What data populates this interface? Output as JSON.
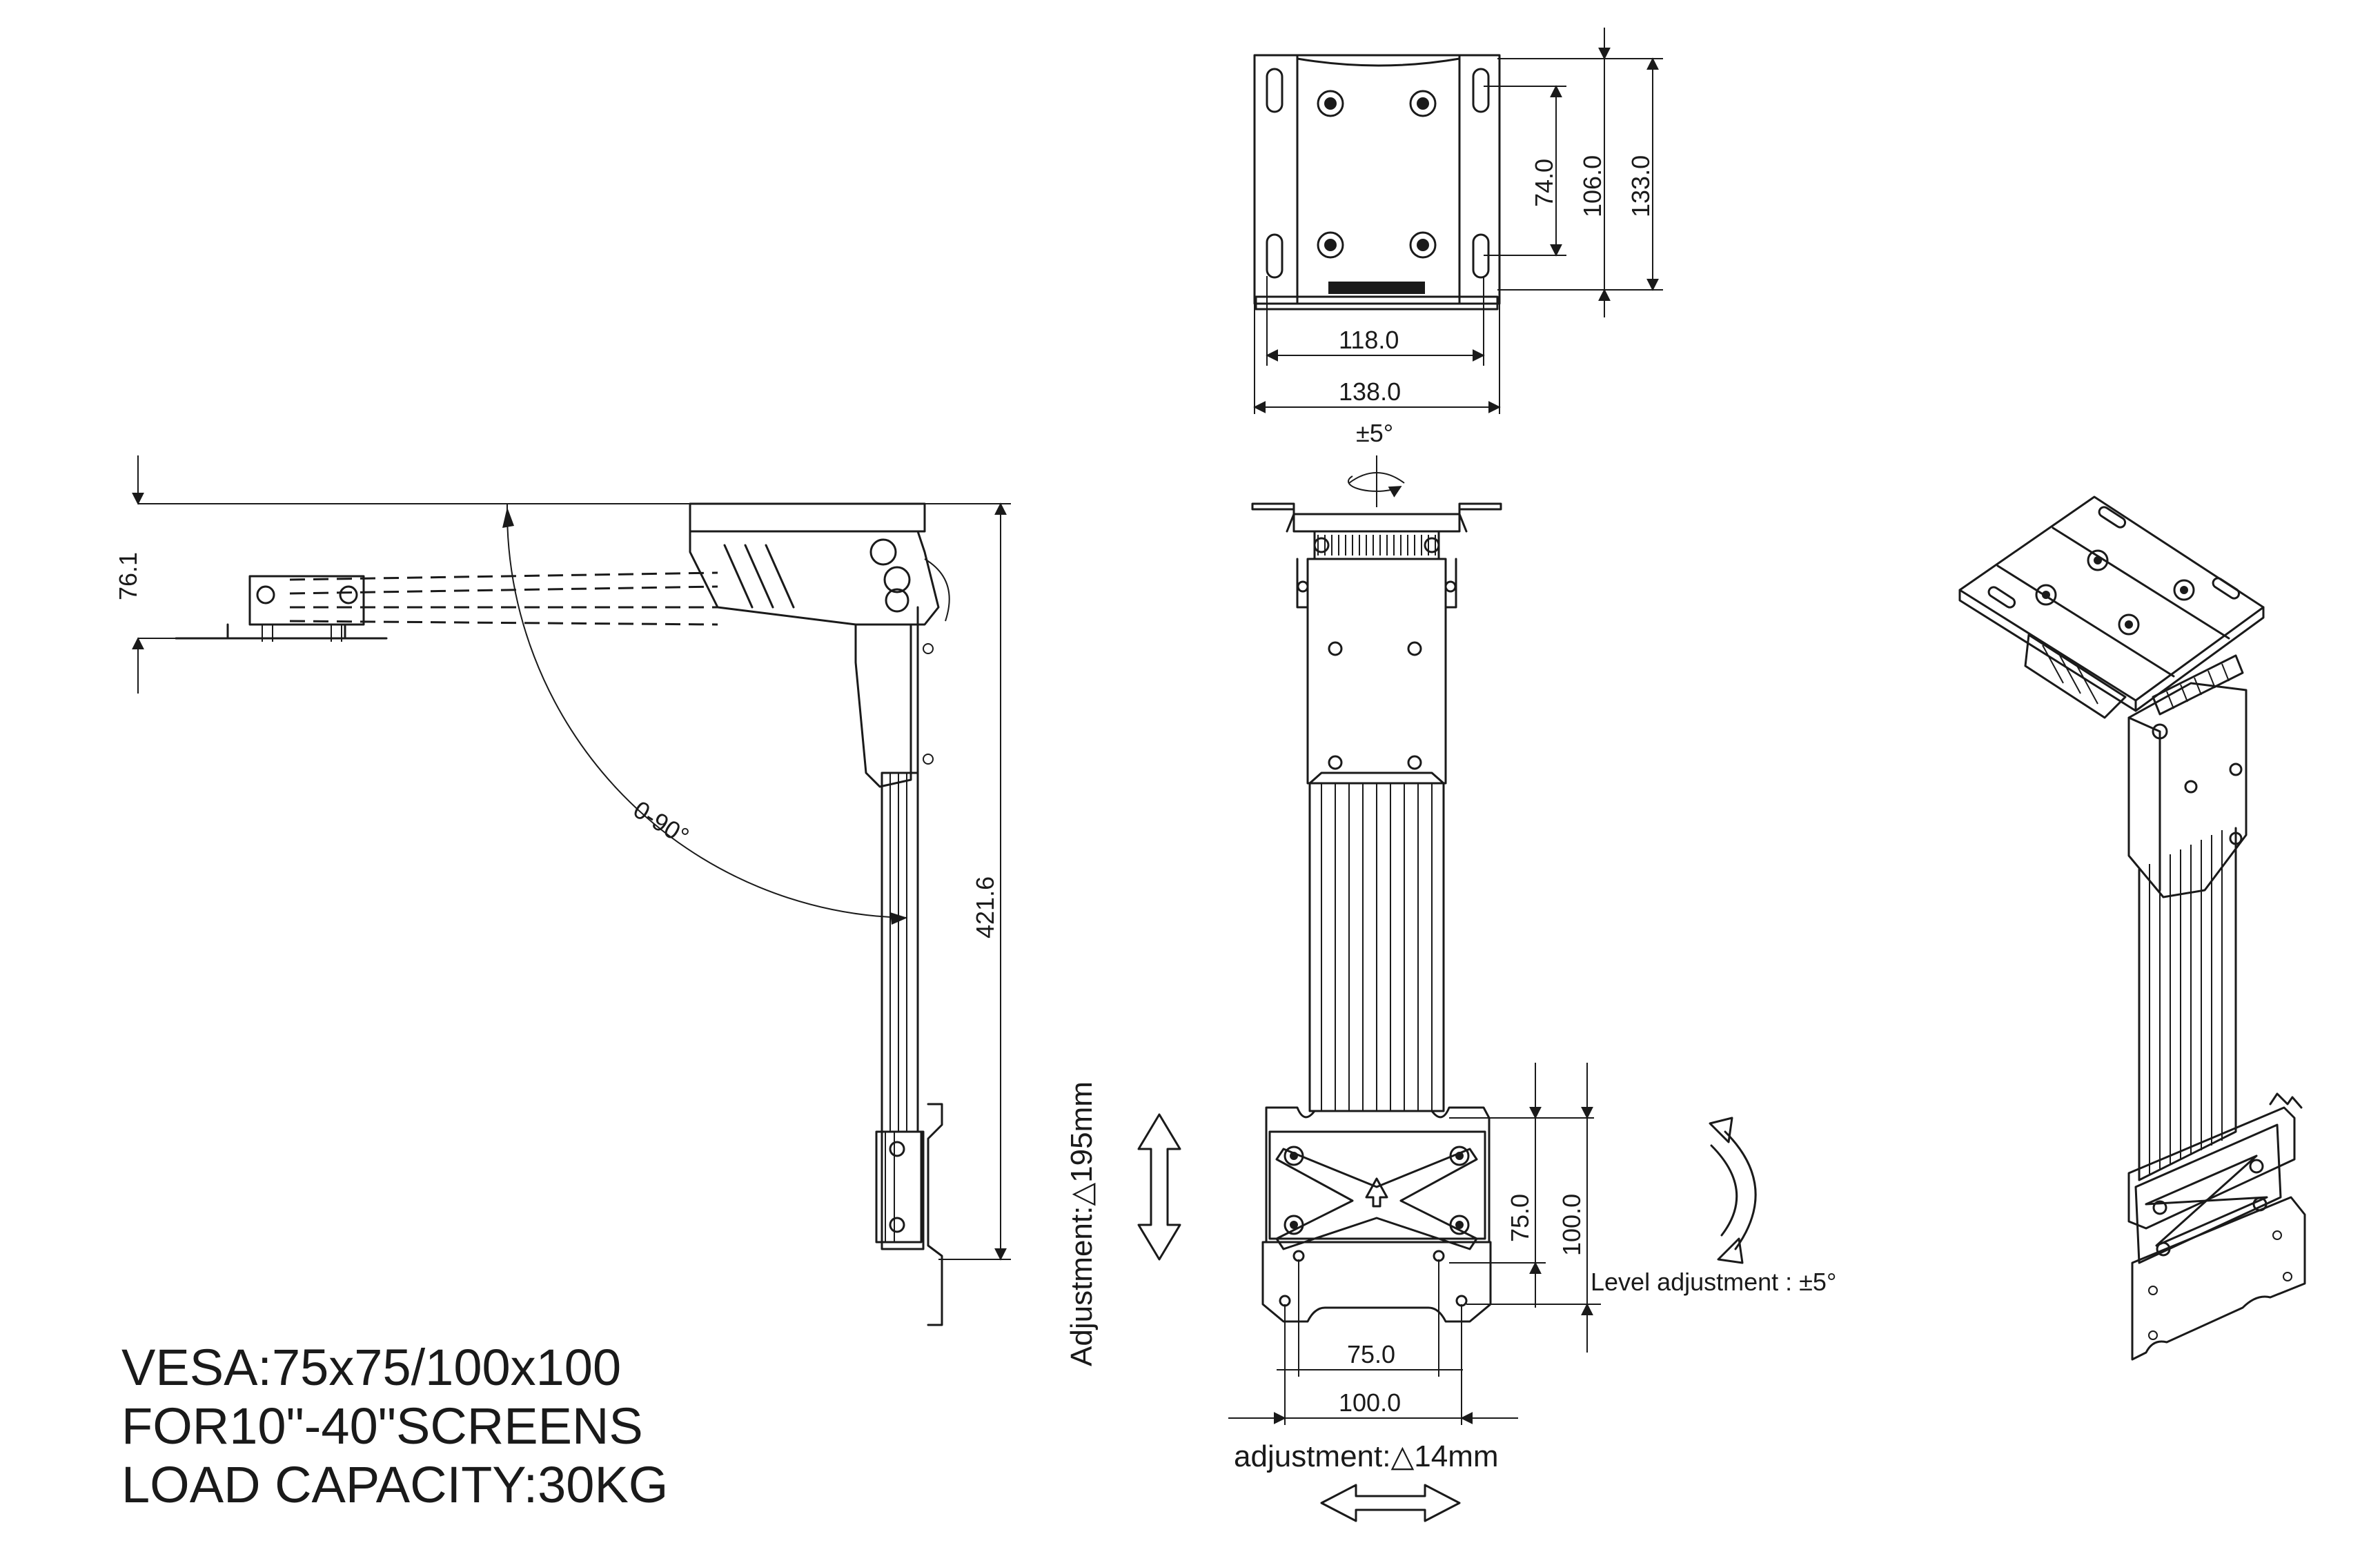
{
  "specs": {
    "vesa": "VESA:75x75/100x100",
    "screens": "FOR10\"-40\"SCREENS",
    "load": "LOAD CAPACITY:30KG"
  },
  "dimensions": {
    "side_top_offset": "76.1",
    "side_height": "421.6",
    "tilt_range": "0-90°",
    "plate_hole_spacing": "74.0",
    "plate_slot_spacing": "106.0",
    "plate_height": "133.0",
    "plate_inner_width": "118.0",
    "plate_width": "138.0",
    "swivel": "±5°",
    "vesa_75_vertical": "75.0",
    "vesa_100_vertical": "100.0",
    "vesa_75_horizontal": "75.0",
    "vesa_100_horizontal": "100.0"
  },
  "labels": {
    "height_adjustment": "Adjustment:△195mm",
    "level_adjustment": "Level adjustment : ±5°",
    "lateral_adjustment": "adjustment:△14mm"
  },
  "colors": {
    "line": "#1a1a1a",
    "background": "#ffffff"
  },
  "icons": [
    "double-arrow-vertical-icon",
    "double-arrow-horizontal-icon",
    "rotate-arrow-icon",
    "swivel-arrow-icon"
  ]
}
